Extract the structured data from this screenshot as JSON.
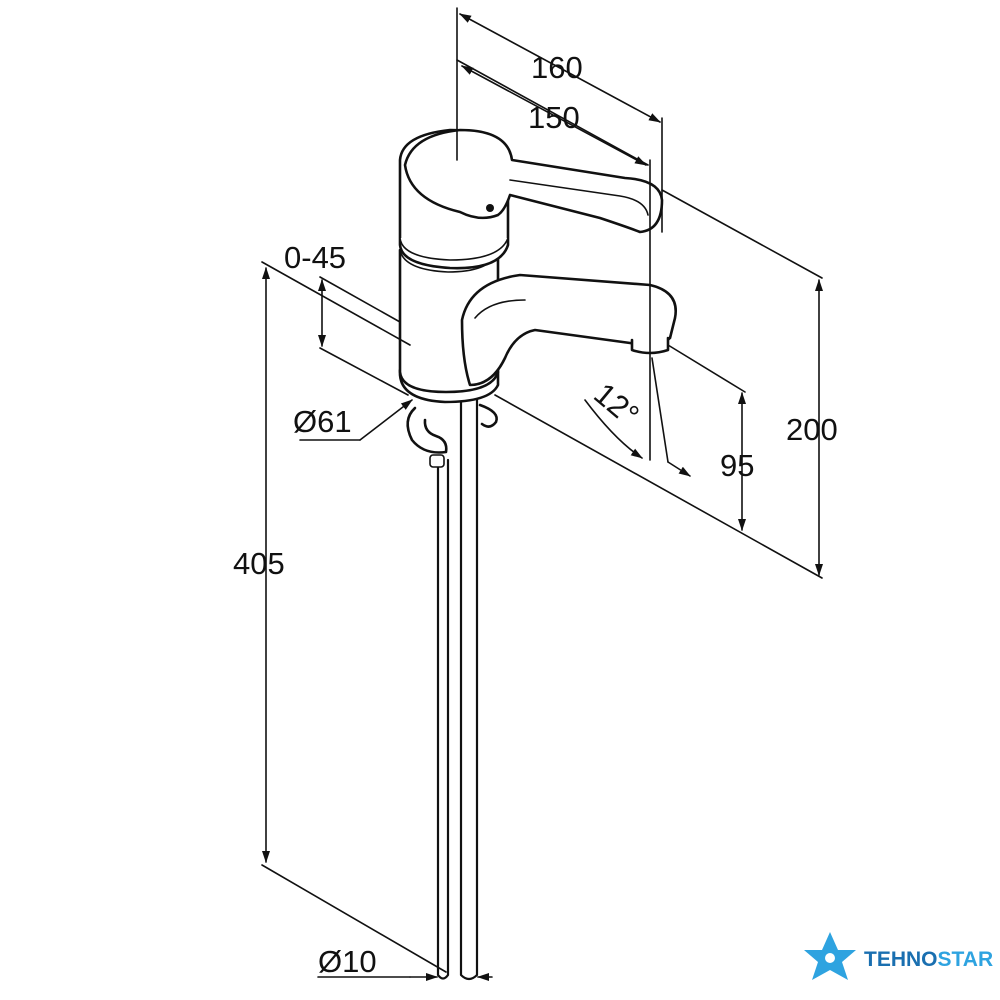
{
  "dimensions": {
    "width_total": "160",
    "width_spout": "150",
    "adjust_range": "0-45",
    "diameter_base": "Ø61",
    "angle": "12°",
    "spout_height": "95",
    "total_height": "200",
    "hose_length": "405",
    "diameter_pipe": "Ø10"
  },
  "logo": {
    "text_primary": "TEHNO",
    "text_secondary": "STAR",
    "color_primary": "#1a6fb0",
    "color_accent": "#2ea3e0"
  }
}
